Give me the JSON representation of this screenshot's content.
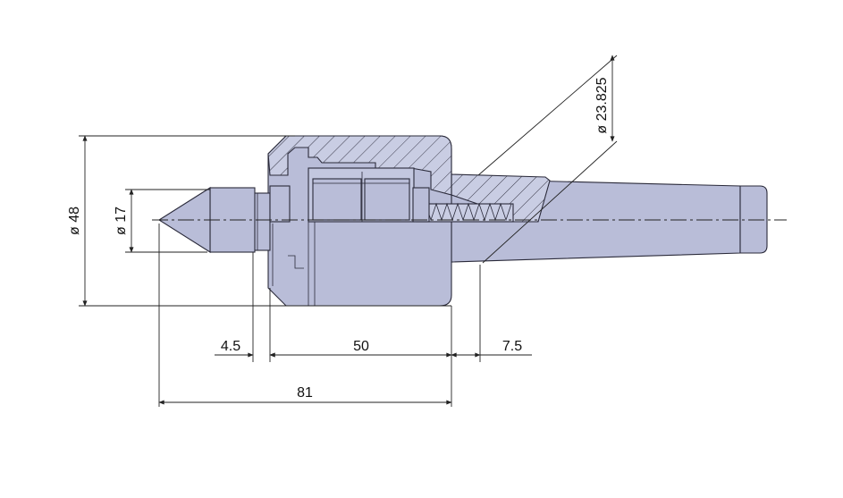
{
  "colors": {
    "body_fill": "#b9bdd8",
    "section_fill": "#c9cde3",
    "hatch": "#3a3a4a",
    "outline": "#2a2a3a",
    "dimension": "#222222",
    "background": "#ffffff"
  },
  "dimensions": {
    "diameter_body": "ø 48",
    "diameter_tip": "ø 17",
    "diameter_taper": "ø 23.825",
    "length_gap": "4.5",
    "length_body": "50",
    "length_neck": "7.5",
    "length_total": "81"
  }
}
